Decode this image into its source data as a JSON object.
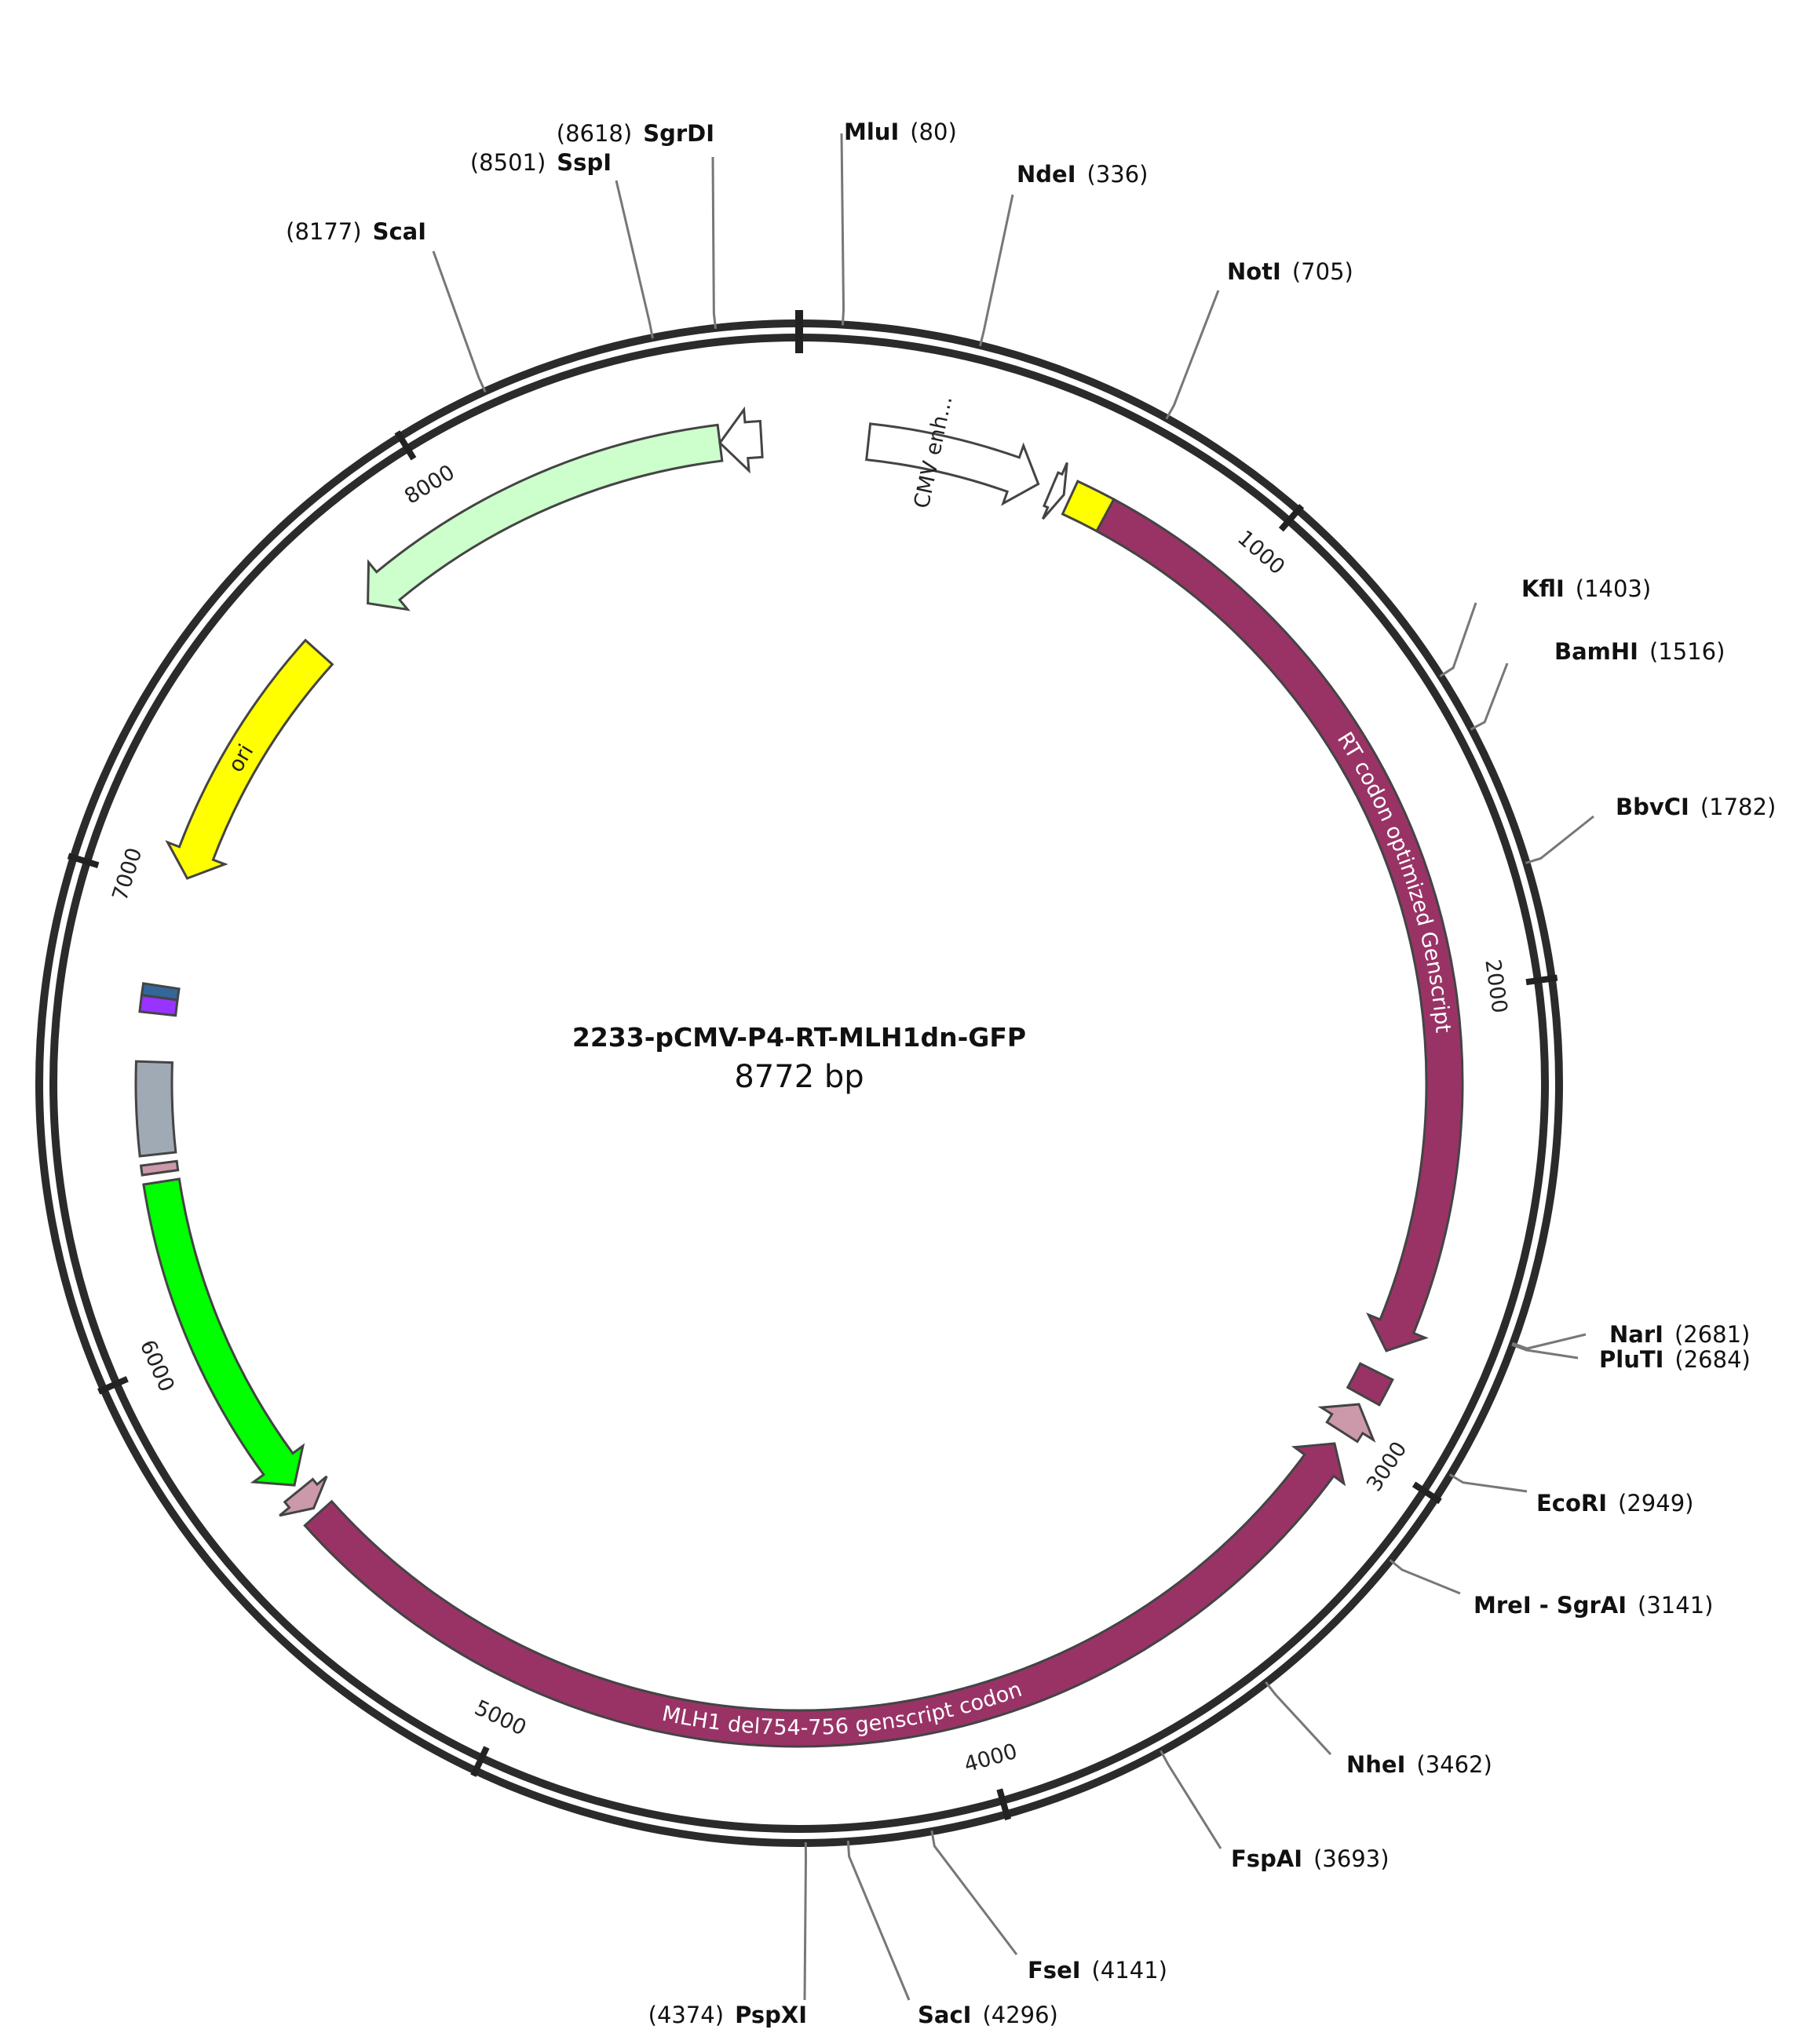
{
  "title": "2233-pCMV-P4-RT-MLH1dn-GFP",
  "length_label": "8772 bp",
  "total_bp": 8772,
  "ticks": [
    {
      "bp": 1000,
      "label": "1000"
    },
    {
      "bp": 2000,
      "label": "2000"
    },
    {
      "bp": 3000,
      "label": "3000"
    },
    {
      "bp": 4000,
      "label": "4000"
    },
    {
      "bp": 5000,
      "label": "5000"
    },
    {
      "bp": 6000,
      "label": "6000"
    },
    {
      "bp": 7000,
      "label": "7000"
    },
    {
      "bp": 8000,
      "label": "8000"
    }
  ],
  "sites": [
    {
      "name": "MluI",
      "pos": "(80)",
      "bp": 80
    },
    {
      "name": "NdeI",
      "pos": "(336)",
      "bp": 336
    },
    {
      "name": "NotI",
      "pos": "(705)",
      "bp": 705
    },
    {
      "name": "KflI",
      "pos": "(1403)",
      "bp": 1403
    },
    {
      "name": "BamHI",
      "pos": "(1516)",
      "bp": 1516
    },
    {
      "name": "BbvCI",
      "pos": "(1782)",
      "bp": 1782
    },
    {
      "name": "NarI",
      "pos": "(2681)",
      "bp": 2681
    },
    {
      "name": "PluTI",
      "pos": "(2684)",
      "bp": 2684
    },
    {
      "name": "EcoRI",
      "pos": "(2949)",
      "bp": 2949
    },
    {
      "name": "MreI - SgrAI",
      "pos": "(3141)",
      "bp": 3141
    },
    {
      "name": "NheI",
      "pos": "(3462)",
      "bp": 3462
    },
    {
      "name": "FspAI",
      "pos": "(3693)",
      "bp": 3693
    },
    {
      "name": "FseI",
      "pos": "(4141)",
      "bp": 4141
    },
    {
      "name": "SacI",
      "pos": "(4296)",
      "bp": 4296
    },
    {
      "name": "PspXI",
      "pos": "(4374)",
      "bp": 4374
    },
    {
      "name": "ScaI",
      "pos": "(8177)",
      "bp": 8177
    },
    {
      "name": "SspI",
      "pos": "(8501)",
      "bp": 8501
    },
    {
      "name": "SgrDI",
      "pos": "(8618)",
      "bp": 8618
    }
  ],
  "features": [
    {
      "name": "CMV enh...",
      "start": 150,
      "end": 530,
      "strand": 1,
      "color": "#ffffff",
      "label_color": "#222222",
      "label_on_arc": false
    },
    {
      "name": "",
      "start": 560,
      "end": 590,
      "strand": 1,
      "color": "#ffffff"
    },
    {
      "name": "",
      "start": 605,
      "end": 690,
      "strand": 0,
      "color": "#ffff00"
    },
    {
      "name": "RT codon optimized Genscript",
      "start": 690,
      "end": 2790,
      "strand": 1,
      "color": "#993366",
      "label_color": "#ffffff",
      "label_on_arc": true
    },
    {
      "name": "",
      "start": 2840,
      "end": 2900,
      "strand": 0,
      "color": "#993366"
    },
    {
      "name": "",
      "start": 2920,
      "end": 2990,
      "strand": -1,
      "color": "#cc99aa"
    },
    {
      "name": "MLH1 del754-756 genscript codon",
      "start": 3020,
      "end": 5560,
      "strand": -1,
      "color": "#993366",
      "label_color": "#ffffff",
      "label_on_arc": true
    },
    {
      "name": "",
      "start": 5575,
      "end": 5625,
      "strand": -1,
      "color": "#cc99aa"
    },
    {
      "name": "",
      "start": 5640,
      "end": 6365,
      "strand": -1,
      "color": "#00ff00"
    },
    {
      "name": "",
      "start": 6385,
      "end": 6405,
      "strand": 0,
      "color": "#cc99aa"
    },
    {
      "name": "",
      "start": 6425,
      "end": 6625,
      "strand": 0,
      "color": "#a0aab4"
    },
    {
      "name": "",
      "start": 6730,
      "end": 6765,
      "strand": 0,
      "color": "#9933ff"
    },
    {
      "name": "",
      "start": 6765,
      "end": 6790,
      "strand": 0,
      "color": "#336699"
    },
    {
      "name": "ori",
      "start": 7030,
      "end": 7600,
      "strand": -1,
      "color": "#ffff00",
      "label_color": "#222222",
      "label_on_arc": true
    },
    {
      "name": "",
      "start": 7750,
      "end": 8600,
      "strand": -1,
      "color": "#ccffcc"
    },
    {
      "name": "",
      "start": 8600,
      "end": 8690,
      "strand": -1,
      "color": "#ffffff"
    }
  ]
}
